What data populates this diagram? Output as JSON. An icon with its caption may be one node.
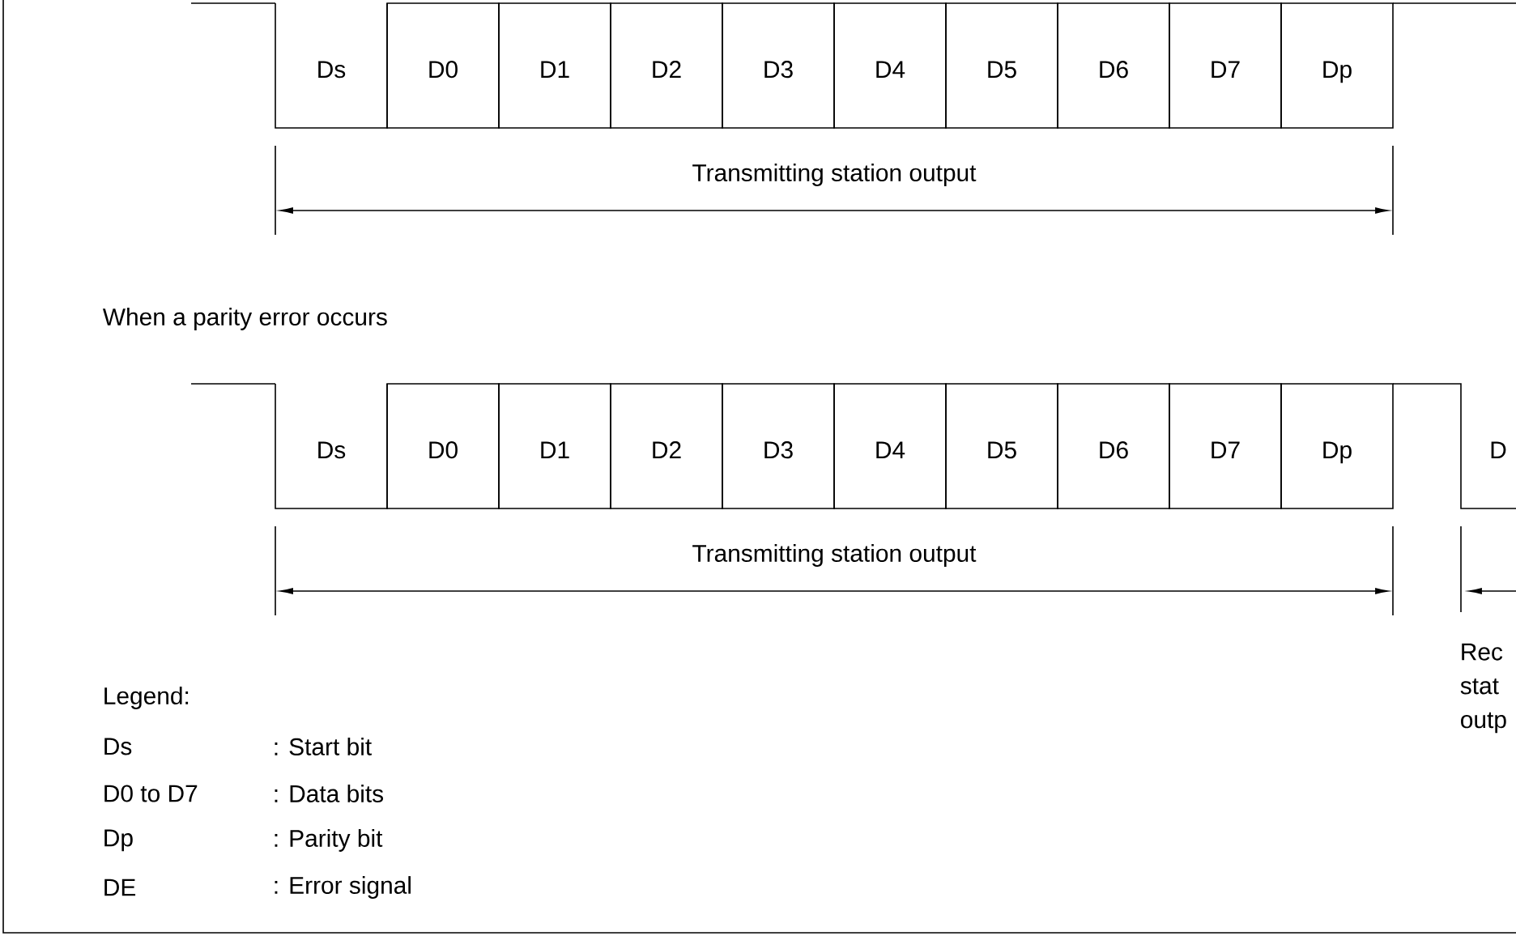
{
  "diagram": {
    "nodes": [
      {
        "text": [
          "Ds"
        ]
      },
      {
        "text": [
          "D0"
        ]
      },
      {
        "text": [
          "D1"
        ]
      },
      {
        "text": [
          "D2"
        ]
      },
      {
        "text": [
          "D3"
        ]
      },
      {
        "text": [
          "D4"
        ]
      },
      {
        "text": [
          "D5"
        ]
      },
      {
        "text": [
          "D6"
        ]
      },
      {
        "text": [
          "D7"
        ]
      },
      {
        "text": [
          "Dp"
        ]
      },
      {
        "text": [
          "Ds"
        ]
      },
      {
        "text": [
          "D0"
        ]
      },
      {
        "text": [
          "D1"
        ]
      },
      {
        "text": [
          "D2"
        ]
      },
      {
        "text": [
          "D3"
        ]
      },
      {
        "text": [
          "D4"
        ]
      },
      {
        "text": [
          "D5"
        ]
      },
      {
        "text": [
          "D6"
        ]
      },
      {
        "text": [
          "D7"
        ]
      },
      {
        "text": [
          "Dp"
        ]
      },
      {
        "text": [
          "D"
        ]
      }
    ],
    "labels": [
      "Transmitting station output",
      "When a parity error occurs",
      "Transmitting station output",
      "Rec stat outp",
      "Legend:",
      "Ds",
      ": Start bit",
      "D0 to D7",
      ": Data bits",
      "Dp",
      ": Parity bit",
      "DE",
      ": Error signal"
    ]
  }
}
